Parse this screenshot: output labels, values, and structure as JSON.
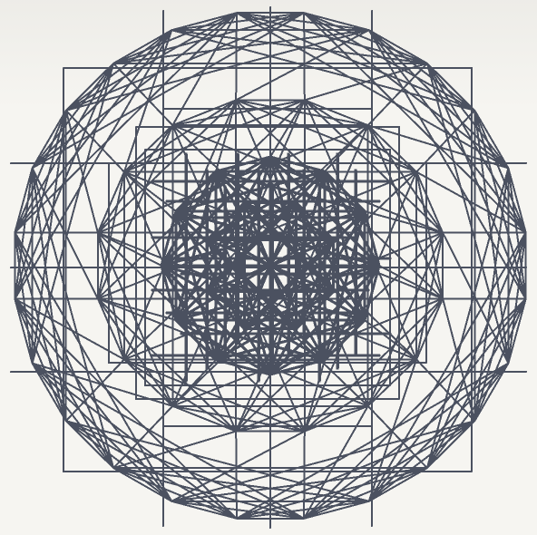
{
  "figure": {
    "subject": "hypercube-wireframe-projection",
    "stroke_color": "#4b5160",
    "background_color": "#f6f5f1",
    "layers": [
      {
        "name": "outer-shell",
        "segments": 24
      },
      {
        "name": "middle-shell",
        "segments": 16
      },
      {
        "name": "inner-core",
        "segments": 12
      }
    ]
  }
}
